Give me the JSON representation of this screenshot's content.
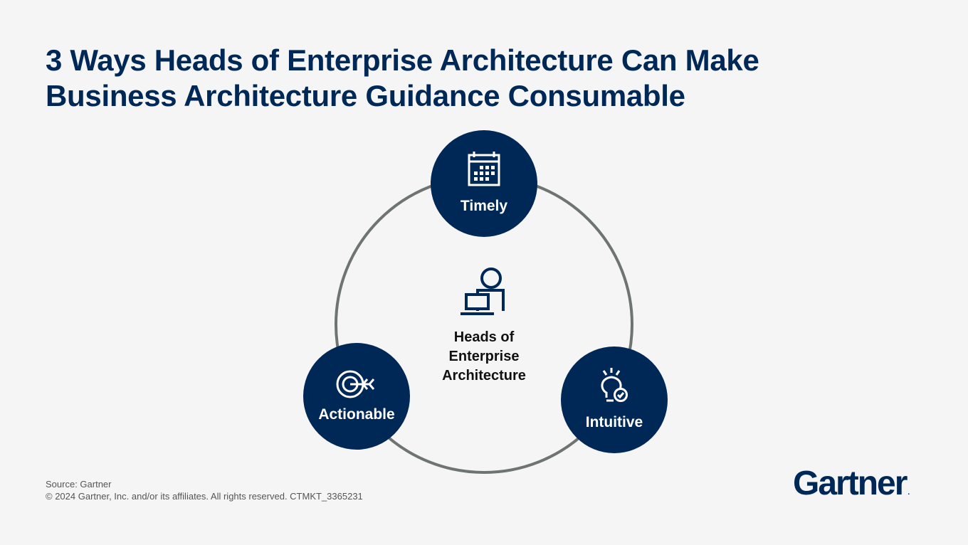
{
  "title": {
    "line1": "3 Ways Heads of Enterprise Architecture Can Make",
    "line2": "Business Architecture Guidance Consumable"
  },
  "center": {
    "icon": "person-at-laptop-icon",
    "line1": "Heads of",
    "line2": "Enterprise",
    "line3": "Architecture"
  },
  "nodes": [
    {
      "label": "Timely",
      "icon": "calendar-icon"
    },
    {
      "label": "Actionable",
      "icon": "target-arrow-icon"
    },
    {
      "label": "Intuitive",
      "icon": "lightbulb-check-icon"
    }
  ],
  "footer": {
    "source": "Source: Gartner",
    "copyright": "© 2024 Gartner, Inc. and/or its affiliates. All rights reserved. CTMKT_3365231"
  },
  "logo": {
    "text": "Gartner",
    "mark": "."
  },
  "colors": {
    "navy": "#002856",
    "ring": "#6e7471",
    "background": "#f5f5f5"
  }
}
